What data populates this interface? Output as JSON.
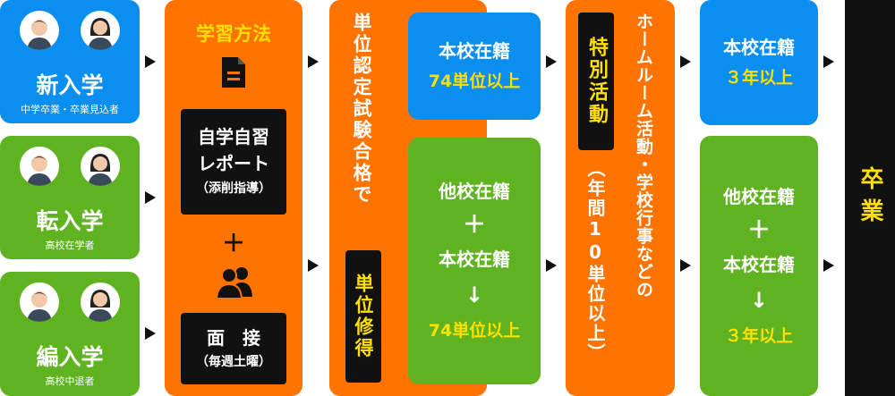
{
  "entry": {
    "new": {
      "title": "新入学",
      "sub": "中学卒業・卒業見込者"
    },
    "transfer": {
      "title": "転入学",
      "sub": "高校在学者"
    },
    "readmit": {
      "title": "編入学",
      "sub": "高校中退者"
    }
  },
  "method": {
    "heading": "学習方法",
    "report_line1": "自学自習",
    "report_line2": "レポート",
    "report_line3": "（添削指導）",
    "plus": "＋",
    "interview_line1": "面　接",
    "interview_line2": "（毎週土曜）"
  },
  "credit": {
    "text": "単位認定試験合格で",
    "badge": "単位修得",
    "home_label": "本校在籍",
    "home_value": "74単位以上",
    "other_label1": "他校在籍",
    "other_plus": "＋",
    "other_label2": "本校在籍",
    "other_arrow": "↓",
    "other_value": "74単位以上"
  },
  "activity": {
    "badge": "特別活動",
    "paren": "（年間10単位以上）",
    "text": "ホームルーム活動・学校行事などの"
  },
  "years": {
    "home_label": "本校在籍",
    "home_value": "３年以上",
    "other_label1": "他校在籍",
    "other_plus": "＋",
    "other_label2": "本校在籍",
    "other_arrow": "↓",
    "other_value": "３年以上"
  },
  "graduation": {
    "label": "卒業"
  },
  "colors": {
    "blue": "#0a8ef0",
    "green": "#5fb320",
    "orange": "#ff7300",
    "black": "#111111",
    "yellow": "#ffe000"
  }
}
